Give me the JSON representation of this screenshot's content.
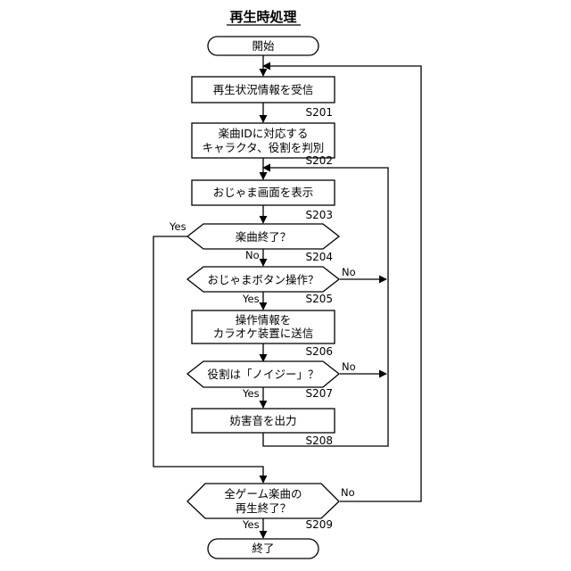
{
  "title": "再生時処理",
  "nodes": {
    "start": "開始",
    "receive": "再生状況情報を受信",
    "identify_line1": "楽曲IDに対応する",
    "identify_line2": "キャラクタ、役割を判別",
    "display": "おじゃま画面を表示",
    "song_end": "楽曲終了？",
    "button_op": "おじゃまボタン操作？",
    "send_line1": "操作情報を",
    "send_line2": "カラオケ装置に送信",
    "role_noisy": "役割は「ノイジー」？",
    "output": "妨害音を出力",
    "all_end_line1": "全ゲーム楽曲の",
    "all_end_line2": "再生終了？",
    "end": "終了"
  },
  "steps": {
    "s201": "S201",
    "s202": "S202",
    "s203": "S203",
    "s204": "S204",
    "s205": "S205",
    "s206": "S206",
    "s207": "S207",
    "s208": "S208",
    "s209": "S209"
  },
  "branches": {
    "yes": "Yes",
    "no": "No"
  }
}
